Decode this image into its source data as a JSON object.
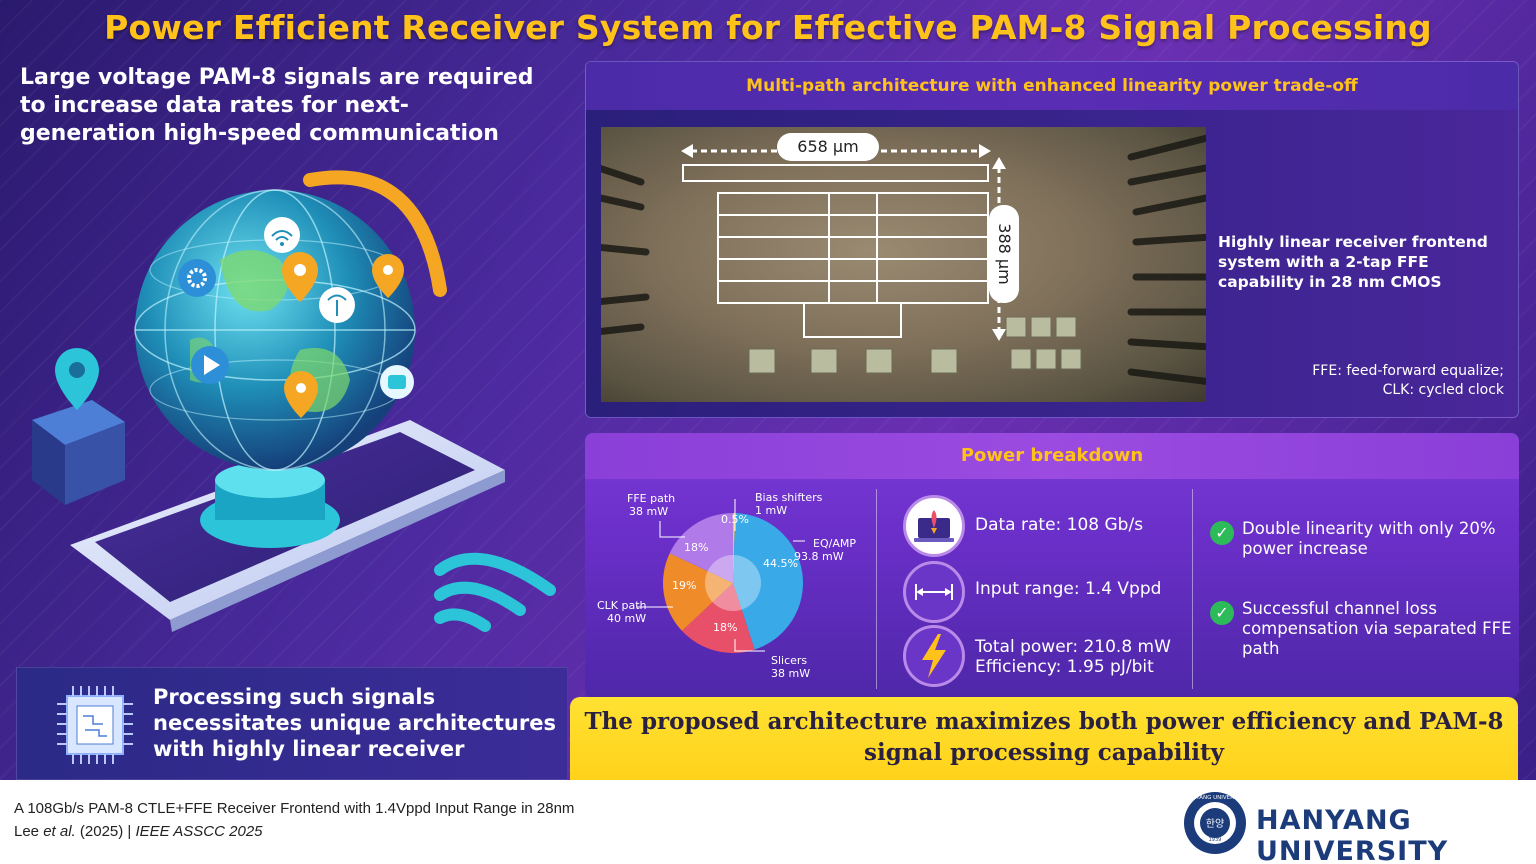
{
  "title": "Power Efficient Receiver System for Effective PAM-8 Signal Processing",
  "intro": "Large voltage PAM-8 signals are required to increase data rates for next-generation high-speed communication",
  "processing_note": "Processing such signals necessitates unique architectures with highly linear receiver",
  "architecture": {
    "header": "Multi-path architecture with enhanced linearity power trade-off",
    "width_label": "658 μm",
    "height_label": "388 μm",
    "description": "Highly linear receiver frontend system with a 2-tap FFE capability in 28 nm CMOS",
    "note_line1": "FFE: feed-forward equalize;",
    "note_line2": "CLK: cycled clock"
  },
  "power": {
    "header": "Power breakdown",
    "labels": {
      "ffe_name": "FFE path",
      "ffe_value": "38 mW",
      "bias_name": "Bias shifters",
      "bias_value": "1 mW",
      "eq_name": "EQ/AMP",
      "eq_value": "93.8 mW",
      "clk_name": "CLK path",
      "clk_value": "40 mW",
      "slicers_name": "Slicers",
      "slicers_value": "38 mW"
    },
    "percents": {
      "bias": "0.5%",
      "eq": "44.5%",
      "slicers": "18%",
      "clk": "19%",
      "ffe": "18%"
    },
    "colors": {
      "eq": "#39a9e8",
      "slicers": "#e8506a",
      "clk": "#f08b2a",
      "ffe": "#b07ae8",
      "bias": "#f2c84b"
    },
    "data_rate": "Data rate: 108 Gb/s",
    "input_range": "Input range: 1.4 Vppd",
    "total_power": "Total power: 210.8 mW",
    "efficiency": "Efficiency: 1.95 pJ/bit",
    "check1": "Double linearity with only 20% power increase",
    "check2": "Successful channel loss compensation via separated FFE path"
  },
  "conclusion": "The proposed architecture maximizes both power efficiency and PAM-8 signal processing capability",
  "footer": {
    "paper_title": "A 108Gb/s PAM-8 CTLE+FFE Receiver Frontend with 1.4Vppd Input Range in 28nm",
    "authors_prefix": "Lee ",
    "authors_italic": "et al.",
    "year": " (2025)  |  ",
    "venue": "IEEE ASSCC 2025",
    "university": "HANYANG UNIVERSITY",
    "seal_text": "HANYANG UNIVERSITY",
    "seal_center": "한양",
    "seal_year": "1939"
  },
  "icons": [
    "wifi-icon",
    "gear-icon",
    "play-icon",
    "location-pin-icon",
    "antenna-icon",
    "battery-icon",
    "laptop-rocket-icon",
    "arrows-horizontal-icon",
    "lightning-icon",
    "check-icon",
    "chip-icon"
  ]
}
